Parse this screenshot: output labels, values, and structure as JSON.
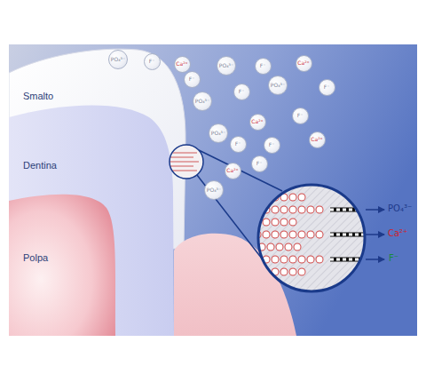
{
  "diagram": {
    "nodes": [
      {
        "text": [
          "PO₄³⁻"
        ]
      },
      {
        "text": [
          "F⁻"
        ]
      },
      {
        "text": [
          "Ca²⁺"
        ]
      },
      {
        "text": [
          "PO₄³⁻"
        ]
      },
      {
        "text": [
          "F⁻"
        ]
      },
      {
        "text": [
          "Ca²⁺"
        ]
      },
      {
        "text": [
          "F⁻"
        ]
      },
      {
        "text": [
          "PO₄³⁻"
        ]
      },
      {
        "text": [
          "F⁻"
        ]
      },
      {
        "text": [
          "F⁻"
        ]
      },
      {
        "text": [
          "PO₄³⁻"
        ]
      },
      {
        "text": [
          "F⁻"
        ]
      },
      {
        "text": [
          "Ca²⁺"
        ]
      },
      {
        "text": [
          "PO₄³⁻"
        ]
      },
      {
        "text": [
          "Ca²⁺"
        ]
      },
      {
        "text": [
          "F⁻"
        ]
      },
      {
        "text": [
          "F⁻"
        ]
      },
      {
        "text": [
          "F⁻"
        ]
      },
      {
        "text": [
          "Ca²⁺"
        ]
      },
      {
        "text": [
          "PO₄³⁻"
        ]
      }
    ],
    "labels": [
      "Smalto",
      "Dentina",
      "Polpa",
      "PO₄³⁻",
      "Ca²⁺",
      "F⁻"
    ]
  }
}
